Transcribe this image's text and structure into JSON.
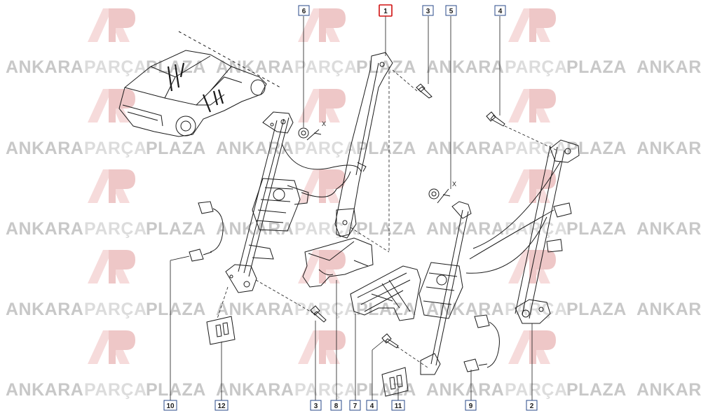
{
  "watermark": {
    "word1": "ANKARA",
    "word2": "PARÇA",
    "word3": "PLAZA",
    "logo_letters": "AP",
    "color_strong": "#c8c8c8",
    "color_light": "#dcdcdc",
    "color_logo": "#f2c7c7"
  },
  "callouts": {
    "c1": "1",
    "c2": "2",
    "c3a": "3",
    "c3b": "3",
    "c4a": "4",
    "c4b": "4",
    "c5": "5",
    "c6": "6",
    "c7": "7",
    "c8": "8",
    "c9": "9",
    "c10": "10",
    "c11": "11",
    "c12": "12"
  },
  "axis_marks": {
    "x_left": "X",
    "x_right": "X"
  },
  "colors": {
    "line": "#1a1a1a",
    "callout_border": "#2a4a8a",
    "highlight_border": "#d01010"
  }
}
